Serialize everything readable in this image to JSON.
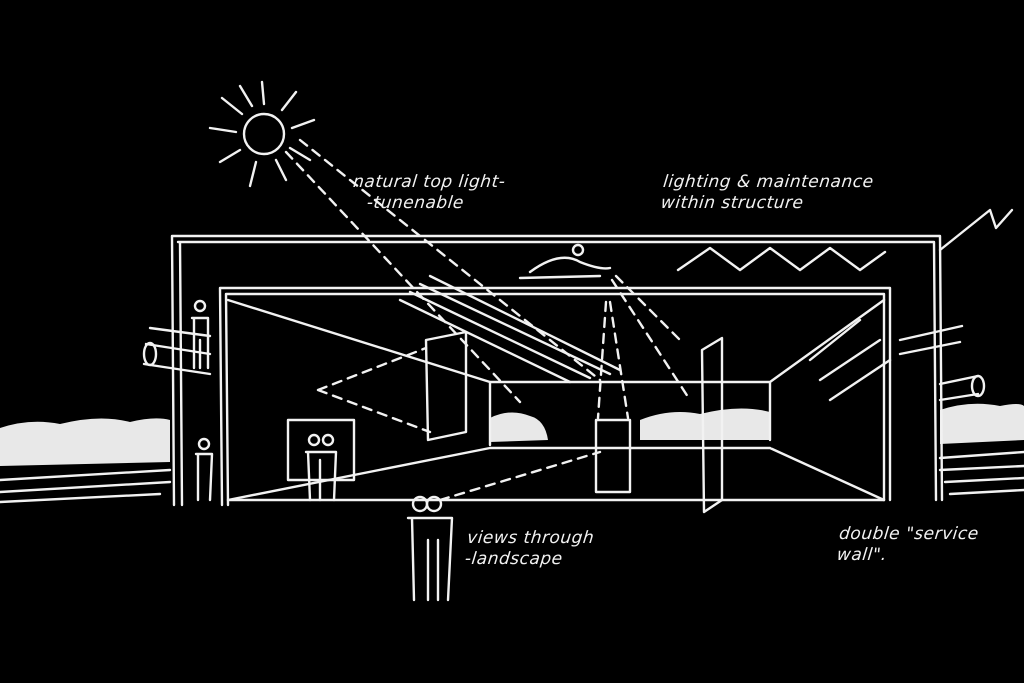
{
  "annotations": {
    "top_light": {
      "line1": "natural top light-",
      "line2": "-tunenable"
    },
    "lighting": {
      "line1": "lighting & maintenance",
      "line2": "within structure"
    },
    "views": {
      "line1": "views through",
      "line2": "-landscape"
    },
    "service_wall": {
      "line1": "double \"service",
      "line2": "wall\"."
    }
  },
  "colors": {
    "background": "#000000",
    "ink": "#f2f2f2"
  }
}
